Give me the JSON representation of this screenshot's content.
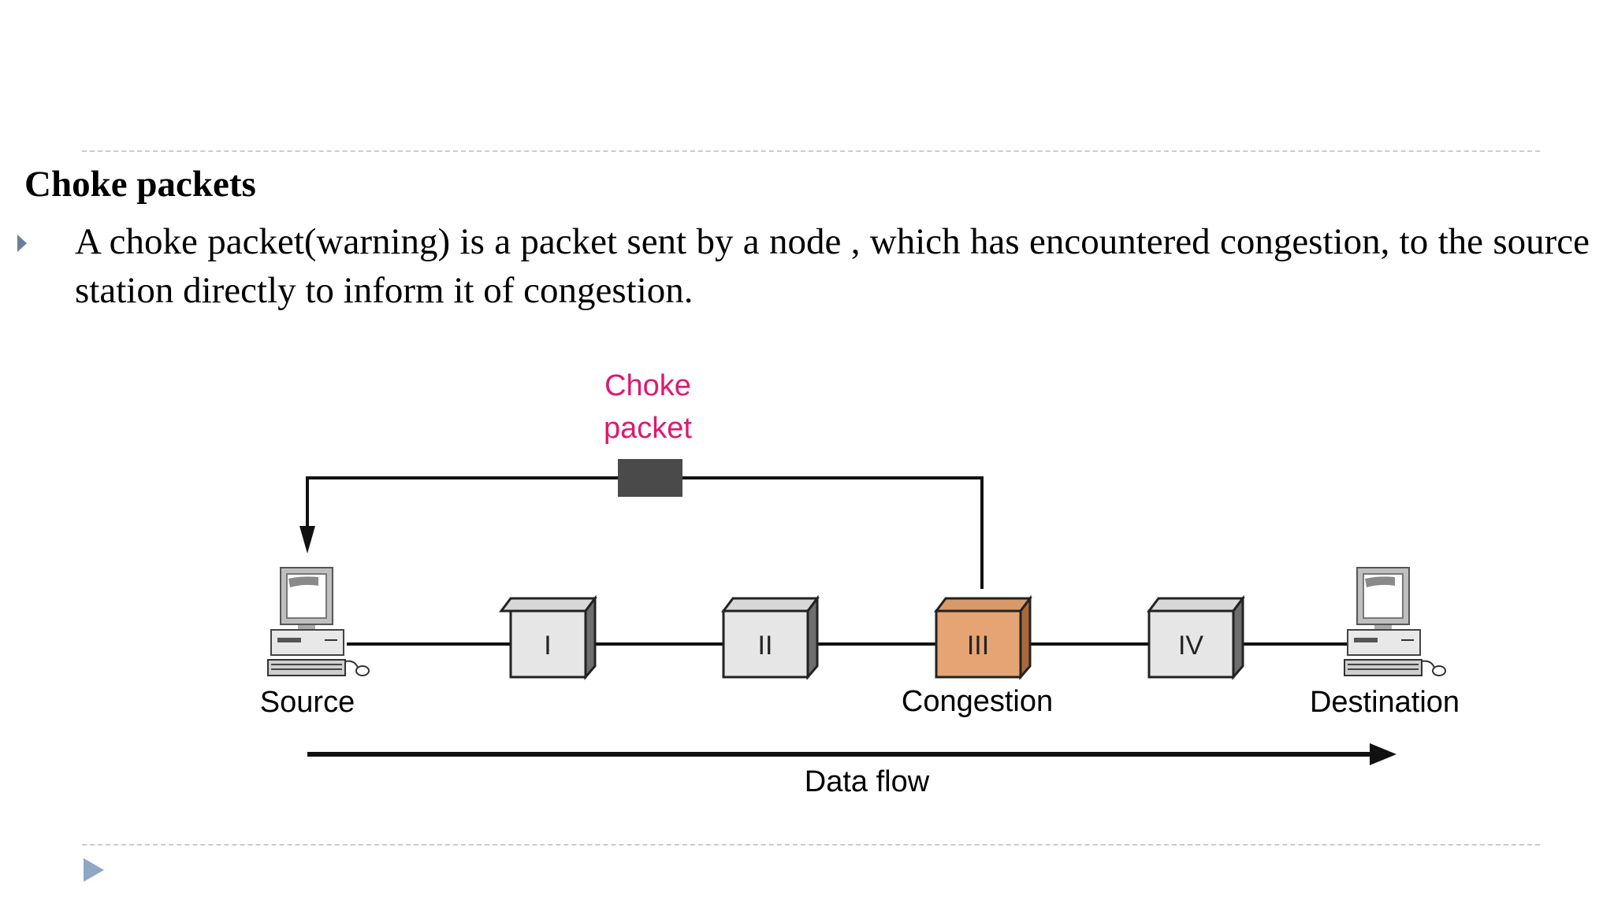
{
  "slide": {
    "title": "Choke packets",
    "bullet_text": "A choke packet(warning) is a packet sent by a node , which has encountered congestion, to the source station directly to inform it of congestion."
  },
  "diagram": {
    "choke_label_line1": "Choke",
    "choke_label_line2": "packet",
    "routers": [
      "I",
      "II",
      "III",
      "IV"
    ],
    "source_label": "Source",
    "congestion_label": "Congestion",
    "destination_label": "Destination",
    "data_flow_label": "Data flow",
    "colors": {
      "choke_text": "#e0186f",
      "congested_router": "#e6a474",
      "normal_router": "#e6e6e6",
      "choke_packet": "#4a4a4a"
    }
  },
  "icons": {
    "bullet": "triangle-bullet-icon",
    "next": "next-slide-icon"
  }
}
